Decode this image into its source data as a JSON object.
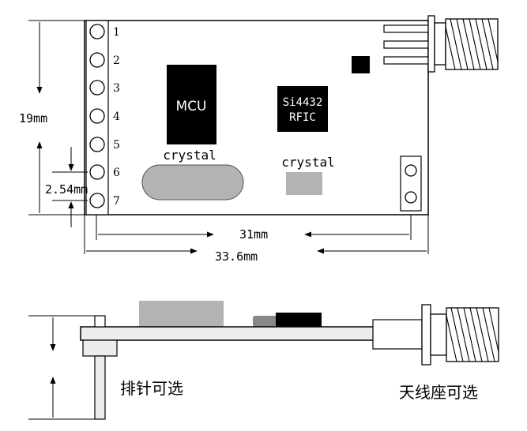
{
  "top_view": {
    "pin_numbers": [
      "1",
      "2",
      "3",
      "4",
      "5",
      "6",
      "7"
    ],
    "chips": {
      "mcu": "MCU",
      "rf_line1": "Si4432",
      "rf_line2": "RFIC"
    },
    "crystal_labels": {
      "mcu_crystal": "crystal",
      "rf_crystal": "crystal"
    },
    "dimensions": {
      "height": "19mm",
      "pin_pitch": "2.54mm",
      "inner_width": "31mm",
      "outer_width": "33.6mm"
    }
  },
  "side_view": {
    "header_note": "排针可选",
    "antenna_note": "天线座可选"
  },
  "colors": {
    "line": "#000000",
    "chip": "#000000",
    "crystal": "#b3b3b3",
    "board_side": "#ececec"
  }
}
